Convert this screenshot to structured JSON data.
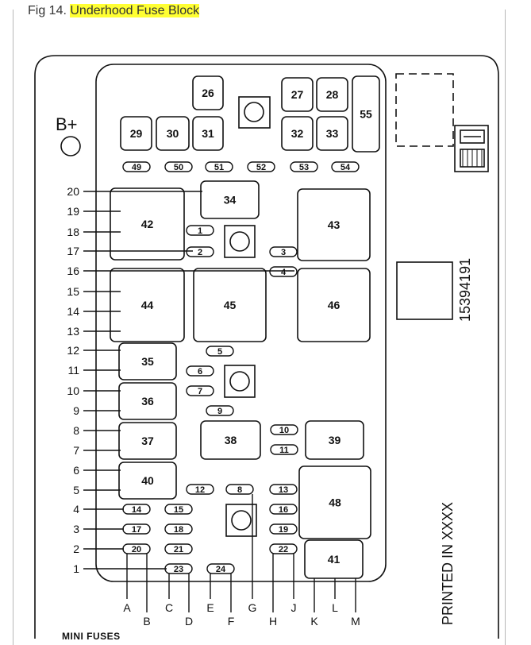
{
  "caption": {
    "prefix": "Fig 14.",
    "title": "Underhood Fuse Block"
  },
  "battery_label": "B+",
  "part_number": "15394191",
  "printed_text": "PRINTED IN XXXX",
  "bottom_label": "MINI FUSES",
  "relays": [
    {
      "id": "26",
      "label": "26"
    },
    {
      "id": "27",
      "label": "27"
    },
    {
      "id": "28",
      "label": "28"
    },
    {
      "id": "29",
      "label": "29"
    },
    {
      "id": "30",
      "label": "30"
    },
    {
      "id": "31",
      "label": "31"
    },
    {
      "id": "32",
      "label": "32"
    },
    {
      "id": "33",
      "label": "33"
    },
    {
      "id": "55",
      "label": "55"
    },
    {
      "id": "34",
      "label": "34"
    },
    {
      "id": "42",
      "label": "42"
    },
    {
      "id": "43",
      "label": "43"
    },
    {
      "id": "44",
      "label": "44"
    },
    {
      "id": "45",
      "label": "45"
    },
    {
      "id": "46",
      "label": "46"
    },
    {
      "id": "35",
      "label": "35"
    },
    {
      "id": "36",
      "label": "36"
    },
    {
      "id": "37",
      "label": "37"
    },
    {
      "id": "38",
      "label": "38"
    },
    {
      "id": "39",
      "label": "39"
    },
    {
      "id": "40",
      "label": "40"
    },
    {
      "id": "48",
      "label": "48"
    },
    {
      "id": "41",
      "label": "41"
    }
  ],
  "mini_fuses": [
    "1",
    "2",
    "3",
    "4",
    "5",
    "6",
    "7",
    "8",
    "9",
    "10",
    "11",
    "12",
    "13",
    "14",
    "15",
    "16",
    "17",
    "18",
    "19",
    "20",
    "21",
    "22",
    "23",
    "24",
    "49",
    "50",
    "51",
    "52",
    "53",
    "54"
  ],
  "side_numbers": [
    "20",
    "19",
    "18",
    "17",
    "16",
    "15",
    "14",
    "13",
    "12",
    "11",
    "10",
    "9",
    "8",
    "7",
    "6",
    "5",
    "4",
    "3",
    "2",
    "1"
  ],
  "bottom_letters": [
    "A",
    "B",
    "C",
    "D",
    "E",
    "F",
    "G",
    "H",
    "J",
    "K",
    "L",
    "M"
  ]
}
